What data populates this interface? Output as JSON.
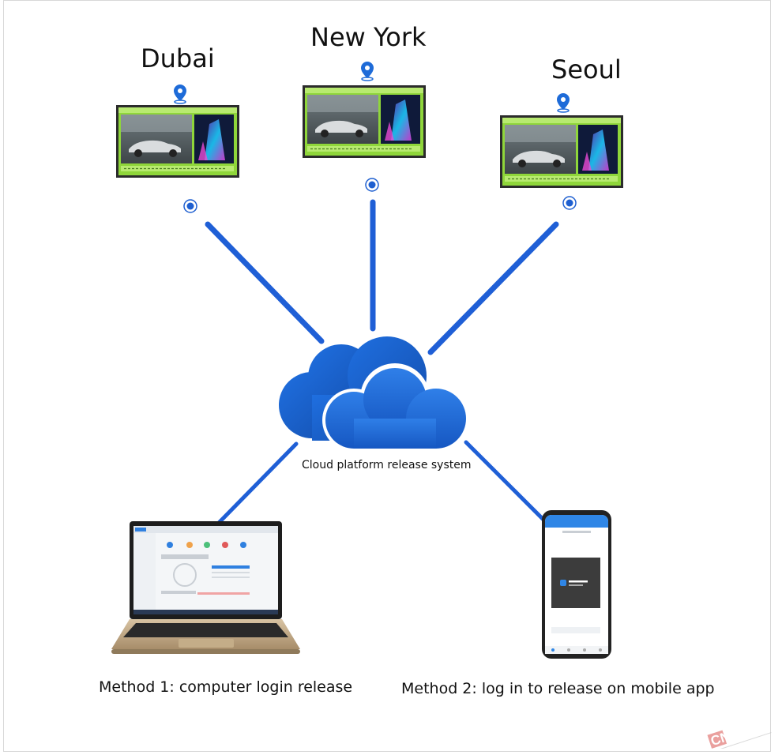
{
  "locations": [
    {
      "name": "Dubai"
    },
    {
      "name": "New York"
    },
    {
      "name": "Seoul"
    }
  ],
  "cloud": {
    "label": "Cloud platform release system"
  },
  "methods": [
    {
      "label": "Method 1: computer login release"
    },
    {
      "label": "Method 2: log in to release on mobile app"
    }
  ],
  "watermark": {
    "text": "CNtronic"
  },
  "colors": {
    "connector_blue": "#1f5fd6",
    "cloud_blue": "#1a63d1",
    "display_frame": "#2b2b2b",
    "display_green": "#8fd63a",
    "pin_blue": "#1e6bd8"
  },
  "icons": [
    "location-pin-icon",
    "node-dot-icon",
    "cloud-icon",
    "laptop-icon",
    "smartphone-icon"
  ]
}
